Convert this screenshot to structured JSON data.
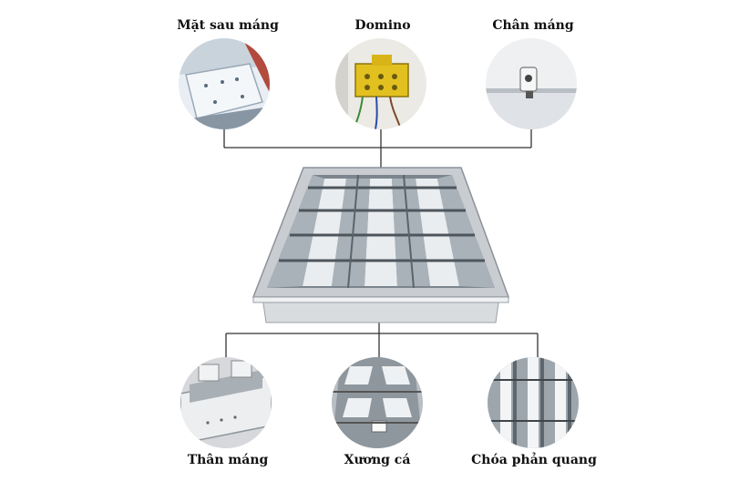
{
  "parts": {
    "top": [
      {
        "id": "rear-plate",
        "label": "Mặt sau máng"
      },
      {
        "id": "domino",
        "label": "Domino"
      },
      {
        "id": "lamp-holder",
        "label": "Chân máng"
      }
    ],
    "bottom": [
      {
        "id": "body",
        "label": "Thân máng"
      },
      {
        "id": "fishbone",
        "label": "Xương cá"
      },
      {
        "id": "reflector",
        "label": "Chóa phản quang"
      }
    ]
  }
}
